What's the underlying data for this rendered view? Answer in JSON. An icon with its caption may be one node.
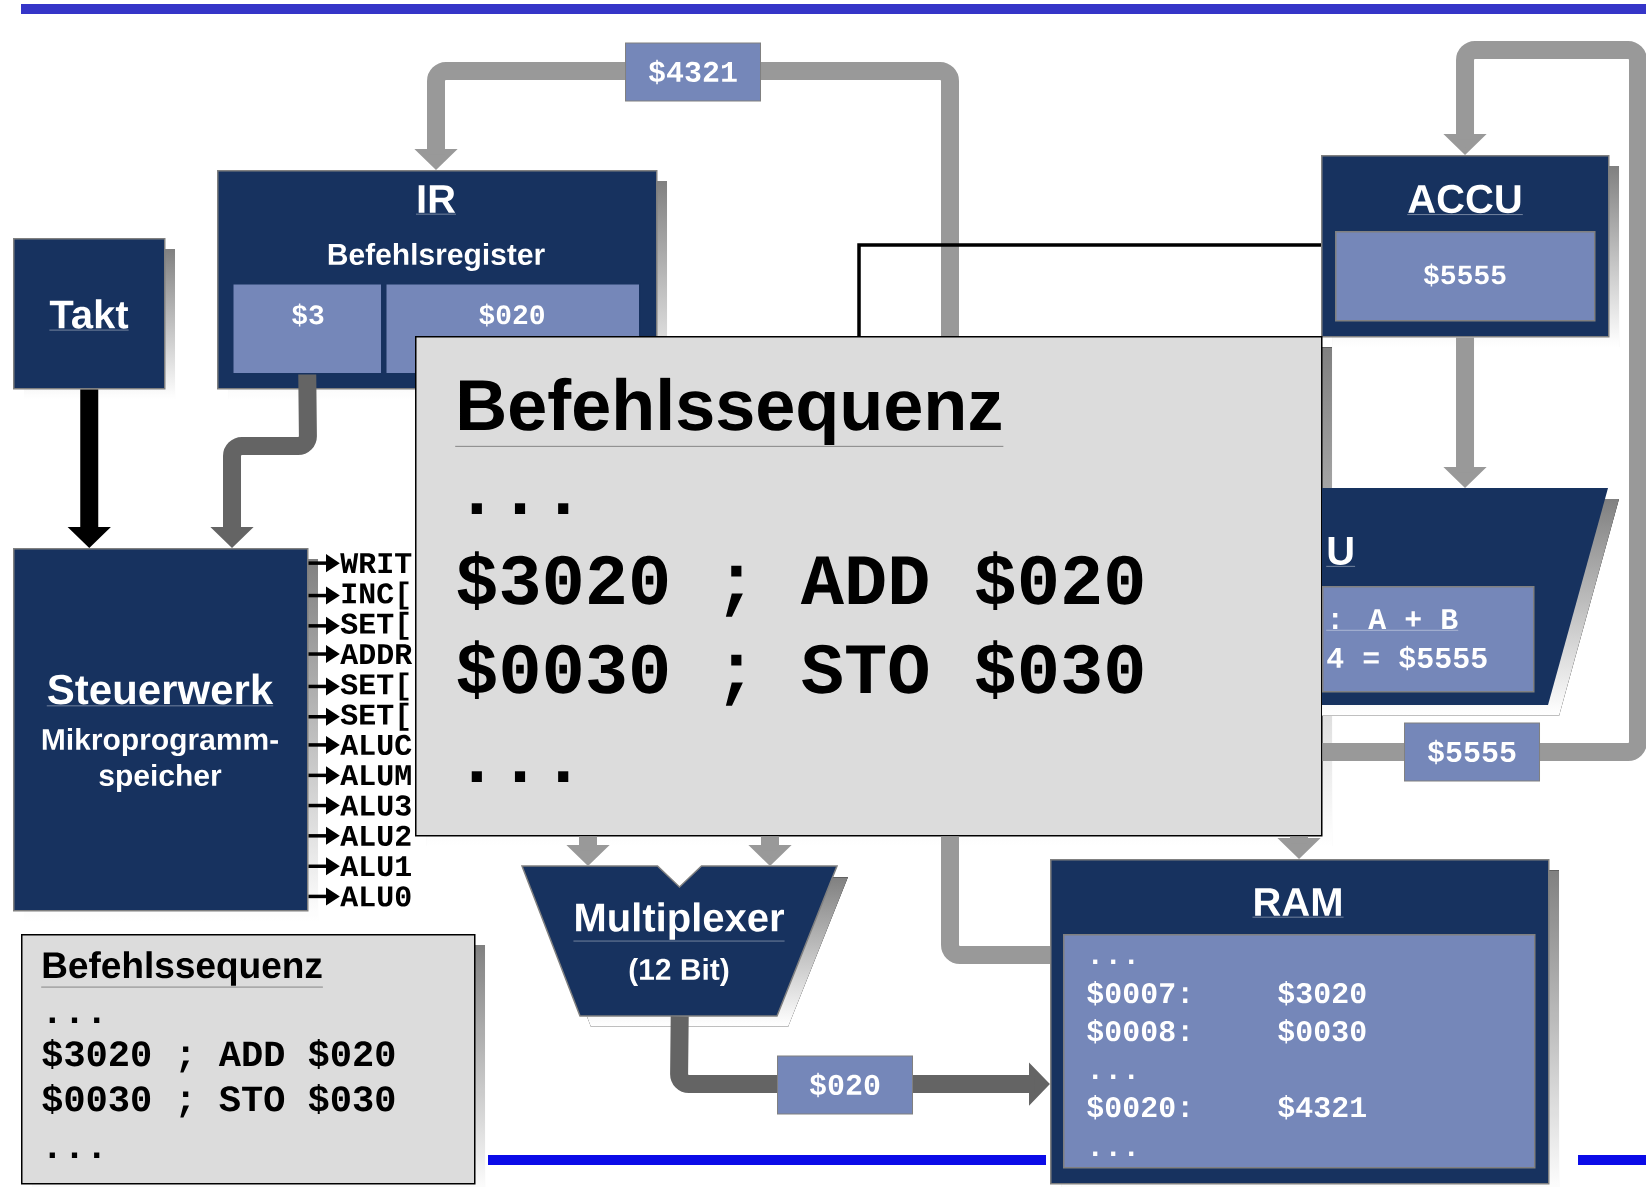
{
  "diagram": {
    "nodes": [
      {
        "text": [
          "Takt"
        ]
      },
      {
        "text": [
          "IR",
          "Befehlsregister"
        ]
      },
      {
        "text": [
          "$3"
        ],
        "in": 1
      },
      {
        "text": [
          "$020"
        ],
        "in": 1
      },
      {
        "text": [
          "ACCU"
        ]
      },
      {
        "text": [
          "$5555"
        ],
        "in": 4
      },
      {
        "text": [
          "Steuerwerk",
          "Mikroprogramm- speicher"
        ]
      },
      {
        "text": [
          "WRIT"
        ]
      },
      {
        "text": [
          "INC["
        ]
      },
      {
        "text": [
          "SET["
        ]
      },
      {
        "text": [
          "ADDR"
        ]
      },
      {
        "text": [
          "SET["
        ]
      },
      {
        "text": [
          "SET["
        ]
      },
      {
        "text": [
          "ALUC"
        ]
      },
      {
        "text": [
          "ALUM"
        ]
      },
      {
        "text": [
          "ALU3"
        ]
      },
      {
        "text": [
          "ALU2"
        ]
      },
      {
        "text": [
          "ALU1"
        ]
      },
      {
        "text": [
          "ALU0"
        ]
      },
      {
        "text": [
          "Befehlssequenz",
          "...",
          "$3020 ; ADD $020",
          "$0030 ; STO $030",
          "..."
        ]
      },
      {
        "text": [
          "U"
        ]
      },
      {
        "text": [
          ": A + B",
          "4 = $5555"
        ],
        "in": 20
      },
      {
        "text": [
          "Multiplexer",
          "(12 Bit)"
        ]
      },
      {
        "text": [
          "RAM"
        ]
      },
      {
        "text": [
          "...",
          "$0007:",
          "$3020",
          "$0008:",
          "$0030",
          "...",
          "$0020:",
          "$4321",
          "..."
        ],
        "in": 23
      },
      {
        "text": [
          "Befehlssequenz",
          "...",
          "$3020 ; ADD $020",
          "$0030 ; STO $030",
          "..."
        ]
      }
    ],
    "edges": [
      {
        "from": 0,
        "to": 6,
        "arrow": "to",
        "style": "thick"
      },
      {
        "from": 2,
        "to": 6,
        "arrow": "to",
        "style": "thick",
        "color": "#646464"
      },
      {
        "from": 6,
        "to": 7,
        "arrow": "to"
      },
      {
        "from": 6,
        "to": 8,
        "arrow": "to"
      },
      {
        "from": 6,
        "to": 9,
        "arrow": "to"
      },
      {
        "from": 6,
        "to": 10,
        "arrow": "to"
      },
      {
        "from": 6,
        "to": 11,
        "arrow": "to"
      },
      {
        "from": 6,
        "to": 12,
        "arrow": "to"
      },
      {
        "from": 6,
        "to": 13,
        "arrow": "to"
      },
      {
        "from": 6,
        "to": 14,
        "arrow": "to"
      },
      {
        "from": 6,
        "to": 15,
        "arrow": "to"
      },
      {
        "from": 6,
        "to": 16,
        "arrow": "to"
      },
      {
        "from": 6,
        "to": 17,
        "arrow": "to"
      },
      {
        "from": 6,
        "to": 18,
        "arrow": "to"
      },
      {
        "from": 23,
        "to": 19,
        "arrow": "none",
        "style": "thick",
        "color": "#999999"
      },
      {
        "from": 19,
        "to": 1,
        "arrow": "to",
        "label": "$4321",
        "style": "thick",
        "color": "#999999"
      },
      {
        "from": 19,
        "to": 4,
        "arrow": "to",
        "label": "$5555",
        "style": "thick",
        "color": "#999999"
      },
      {
        "from": 4,
        "to": 20,
        "arrow": "to",
        "style": "thick",
        "color": "#999999"
      },
      {
        "from": 19,
        "to": 22,
        "arrow": "to",
        "style": "thick",
        "color": "#999999"
      },
      {
        "from": 19,
        "to": 22,
        "arrow": "to",
        "style": "thick",
        "color": "#999999"
      },
      {
        "from": 19,
        "to": 23,
        "arrow": "to",
        "style": "thick",
        "color": "#999999"
      },
      {
        "from": 22,
        "to": 23,
        "arrow": "to",
        "label": "$020",
        "style": "thick",
        "color": "#646464"
      },
      {
        "from": 19,
        "to": 4,
        "arrow": "none"
      }
    ]
  }
}
